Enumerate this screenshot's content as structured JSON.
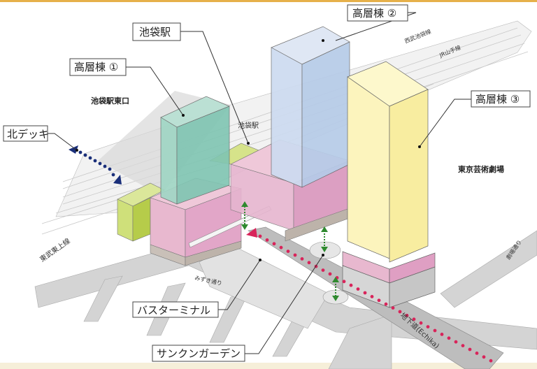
{
  "callouts": {
    "tower1": "高層棟 ①",
    "tower2": "高層棟 ②",
    "tower3": "高層棟 ③",
    "station": "池袋駅",
    "north_deck": "北デッキ",
    "bus_terminal": "バスターミナル",
    "sunken_garden": "サンクンガーデン"
  },
  "map_labels": {
    "east_exit": "池袋駅東口",
    "station_small": "池袋駅",
    "seibu_line": "西武池袋線",
    "jr_line": "JR山手線",
    "tobu_line": "東武東上線",
    "tokyo_theatre": "東京芸術劇場",
    "mizuki_street": "みずき通り",
    "gekijo_street": "劇場通り",
    "underpass": "地下道(Echika)"
  },
  "colors": {
    "tower1": "#8fd0bd",
    "tower2": "#c6d6ee",
    "tower3": "#fbf3b4",
    "podium": "#e8b3d0",
    "annex": "#cfe07a",
    "road": "#cfcfcf",
    "deck_arrow": "#1a2f7a",
    "underpass_arrow": "#d8245a",
    "vertical_arrow": "#2f8a2f"
  }
}
